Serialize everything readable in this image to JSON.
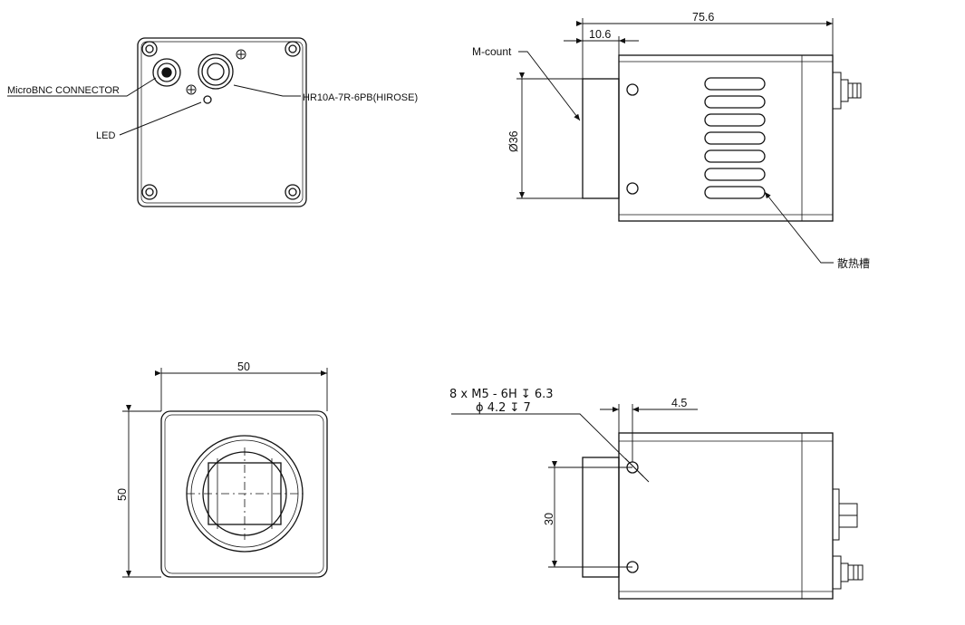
{
  "rear_view": {
    "microbnc_label": "MicroBNC CONNECTOR",
    "connector_label": "HR10A-7R-6PB(HIROSE)",
    "led_label": "LED"
  },
  "side_view": {
    "length_dim": "75.6",
    "mount_dim": "10.6",
    "mount_label": "M-count",
    "diameter_dim": "Ø36",
    "heat_sink_label": "散热槽"
  },
  "front_view": {
    "width_dim": "50",
    "height_dim": "50"
  },
  "bottom_view": {
    "thread_note_line1": "8 x  M5 - 6H ↧ 6.3",
    "thread_note_line2": "ϕ 4.2 ↧ 7",
    "offset_dim": "4.5",
    "hole_spacing_dim": "30"
  }
}
